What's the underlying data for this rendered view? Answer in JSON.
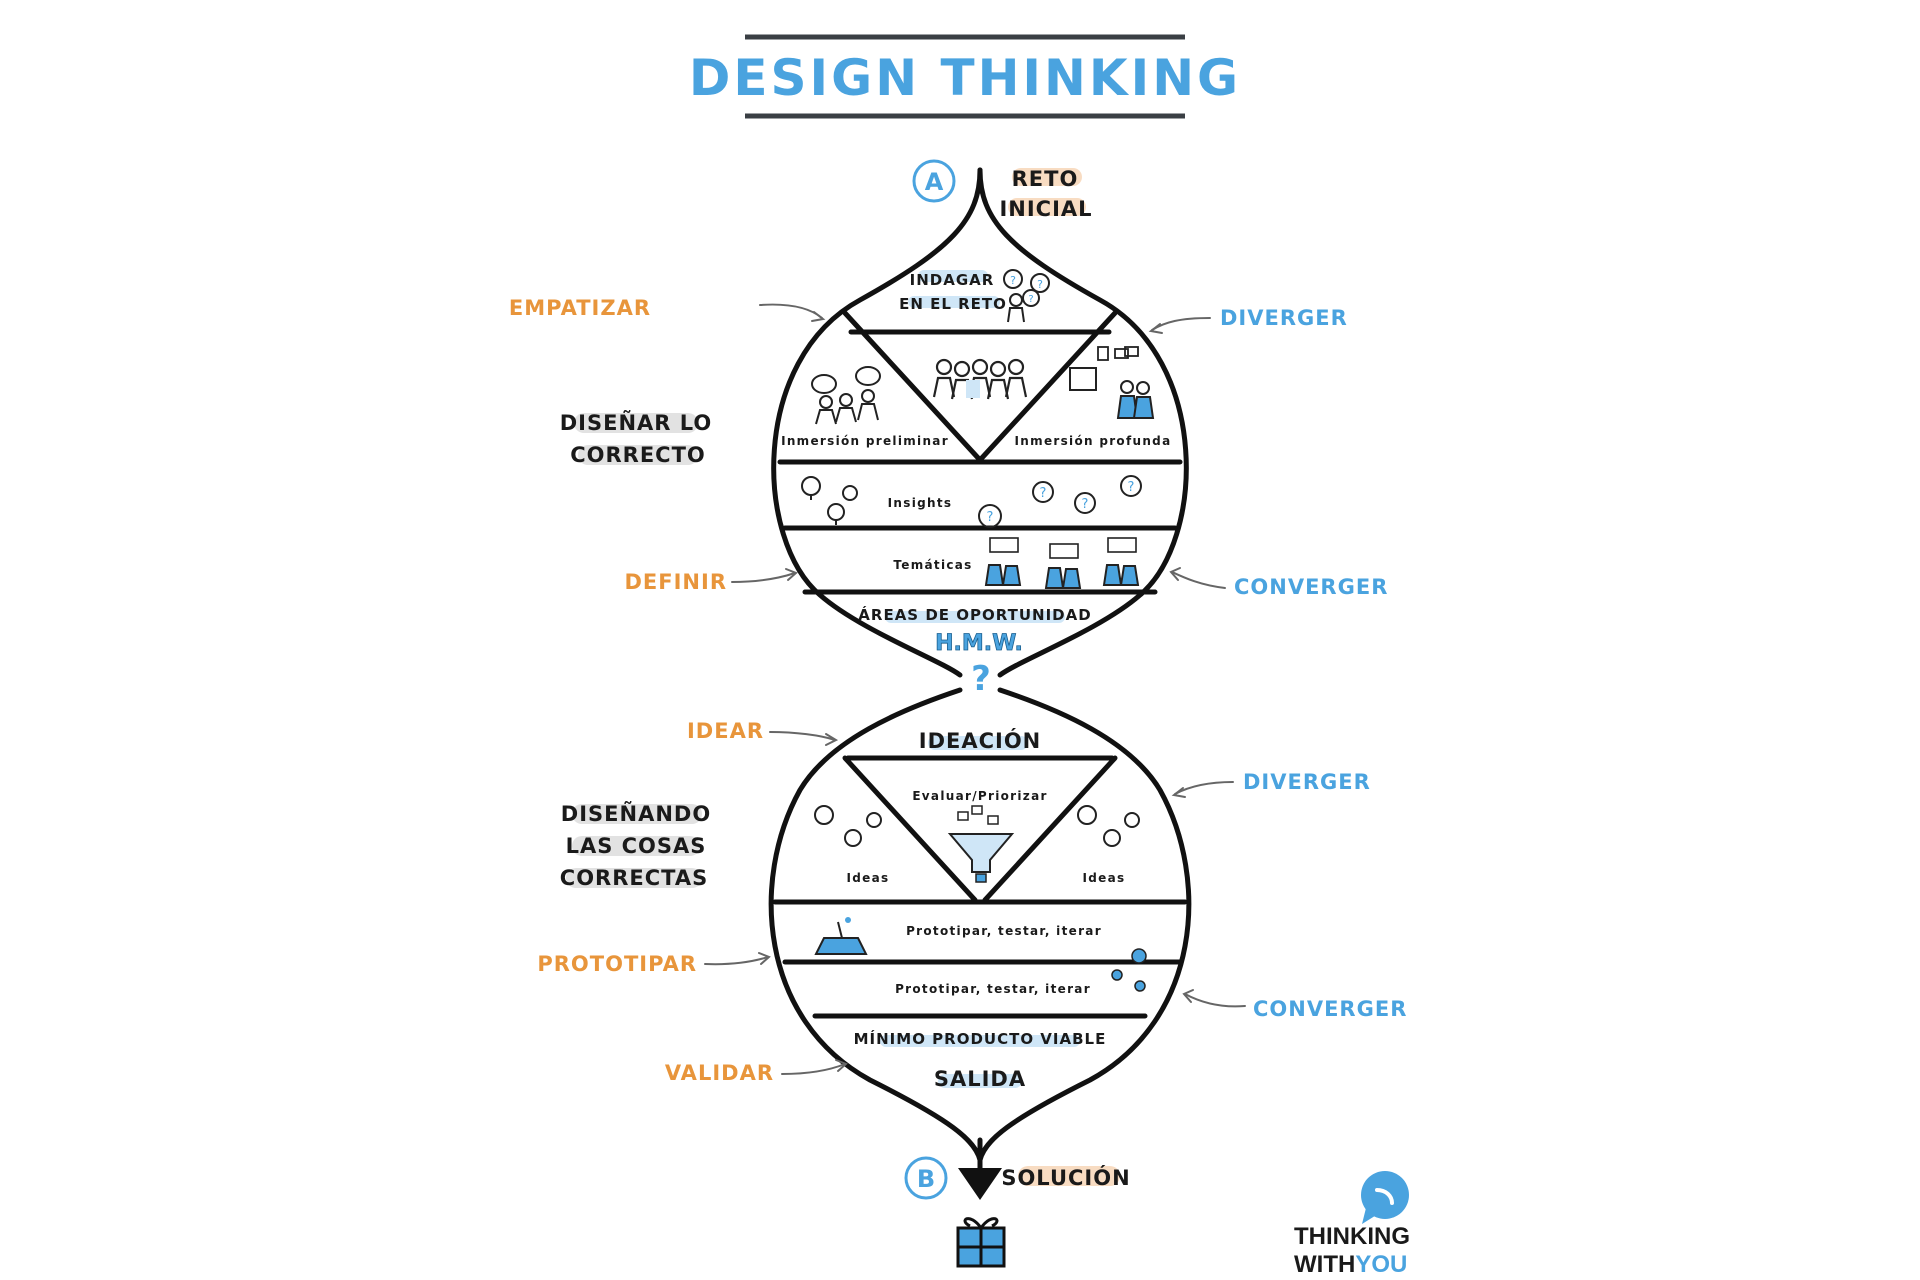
{
  "title": "DESIGN THINKING",
  "colors": {
    "blue": "#4aa3df",
    "orange": "#e8953b",
    "dark": "#1a1a1a",
    "highlight_peach": "#f8dcc2",
    "highlight_gray": "#e2e2e2",
    "highlight_blue": "#cfe6f7"
  },
  "start": {
    "marker": "A",
    "label_line1": "RETO",
    "label_line2": "INICIAL"
  },
  "end": {
    "marker": "B",
    "label": "SOLUCIÓN",
    "icon": "gift-icon"
  },
  "upper_diamond": {
    "group_label_line1": "DISEÑAR LO",
    "group_label_line2": "CORRECTO",
    "indagar_line1": "INDAGAR",
    "indagar_line2": "EN EL RETO",
    "inmersion_preliminar": "Inmersión preliminar",
    "inmersion_profunda": "Inmersión profunda",
    "insights": "Insights",
    "tematicas": "Temáticas",
    "areas": "ÁREAS DE OPORTUNIDAD",
    "hmw": "H.M.W.",
    "question": "?"
  },
  "lower_diamond": {
    "group_label_line1": "DISEÑANDO",
    "group_label_line2": "LAS COSAS",
    "group_label_line3": "CORRECTAS",
    "ideacion": "IDEACIÓN",
    "evaluar": "Evaluar/Priorizar",
    "ideas_left": "Ideas",
    "ideas_right": "Ideas",
    "prototipar_1": "Prototipar, testar, iterar",
    "prototipar_2": "Prototipar, testar, iterar",
    "mvp": "MÍNIMO PRODUCTO VIABLE",
    "salida": "SALIDA"
  },
  "left_labels": {
    "empatizar": "EMPATIZAR",
    "definir": "DEFINIR",
    "idear": "IDEAR",
    "prototipar": "PROTOTIPAR",
    "validar": "VALIDAR"
  },
  "right_labels": {
    "diverger_1": "DIVERGER",
    "converger_1": "CONVERGER",
    "diverger_2": "DIVERGER",
    "converger_2": "CONVERGER"
  },
  "brand": {
    "line1": "THINKING",
    "line2a": "WITH",
    "line2b": "YOU",
    "icon": "speech-bubble-icon"
  }
}
